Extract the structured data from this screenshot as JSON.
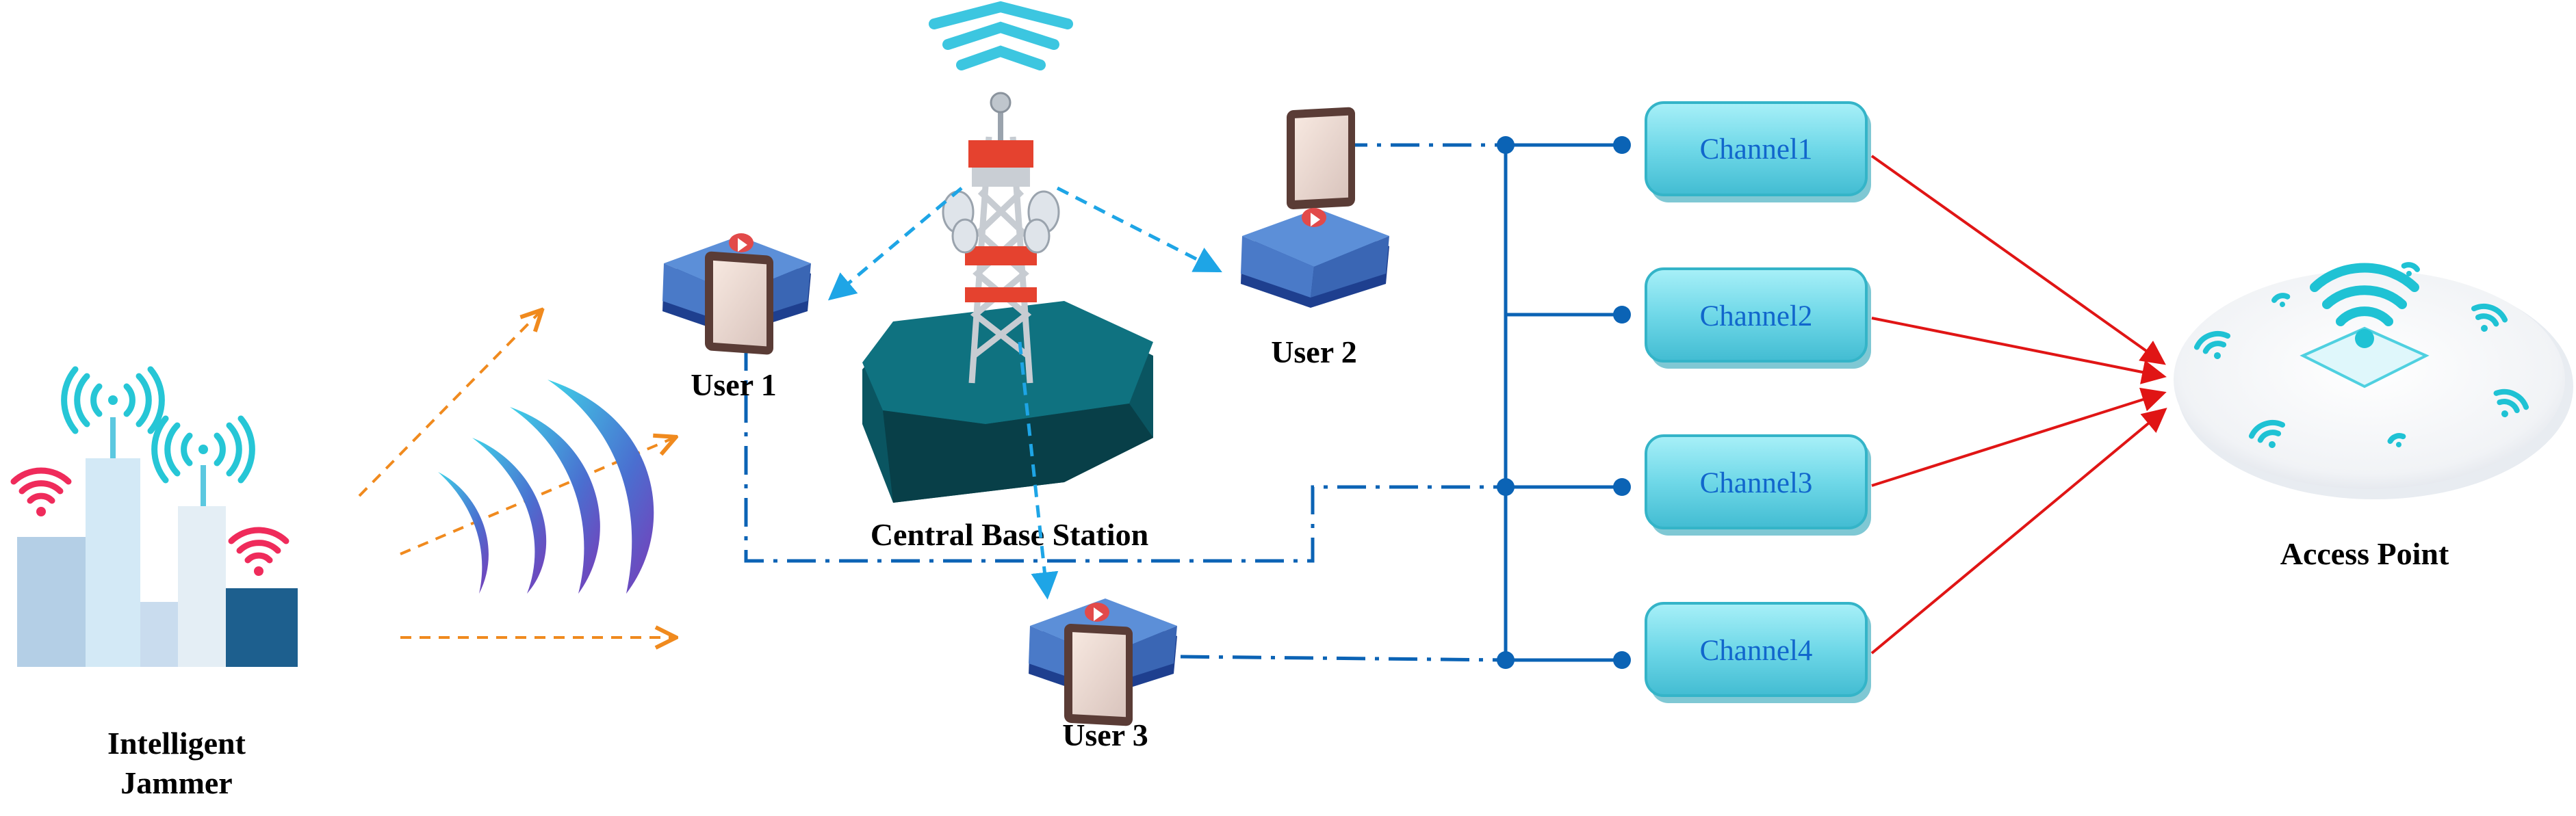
{
  "labels": {
    "jammer_line1": "Intelligent",
    "jammer_line2": "Jammer",
    "user1": "User 1",
    "user2": "User 2",
    "user3": "User 3",
    "base_station": "Central Base Station",
    "access_point": "Access Point"
  },
  "channels": [
    {
      "label": "Channel1"
    },
    {
      "label": "Channel2"
    },
    {
      "label": "Channel3"
    },
    {
      "label": "Channel4"
    }
  ],
  "colors": {
    "link_blue": "#0b63b5",
    "dashed_blue": "#1ea5e6",
    "jam_orange": "#f08a1e",
    "ap_red": "#e01515",
    "channel_fill": "#7fe0ee",
    "channel_text": "#1166cc",
    "wifi_teal": "#26c6d6",
    "wifi_red": "#ef2b5b",
    "tower_red": "#e5422f",
    "base_teal": "#0e6c78"
  },
  "icons": {
    "jammer": "building-wifi-icon",
    "users": "tablet-video-icon",
    "tower": "cell-tower-icon",
    "access_point": "wifi-access-point-icon",
    "jamming_waves": "jamming-wave-icon"
  }
}
